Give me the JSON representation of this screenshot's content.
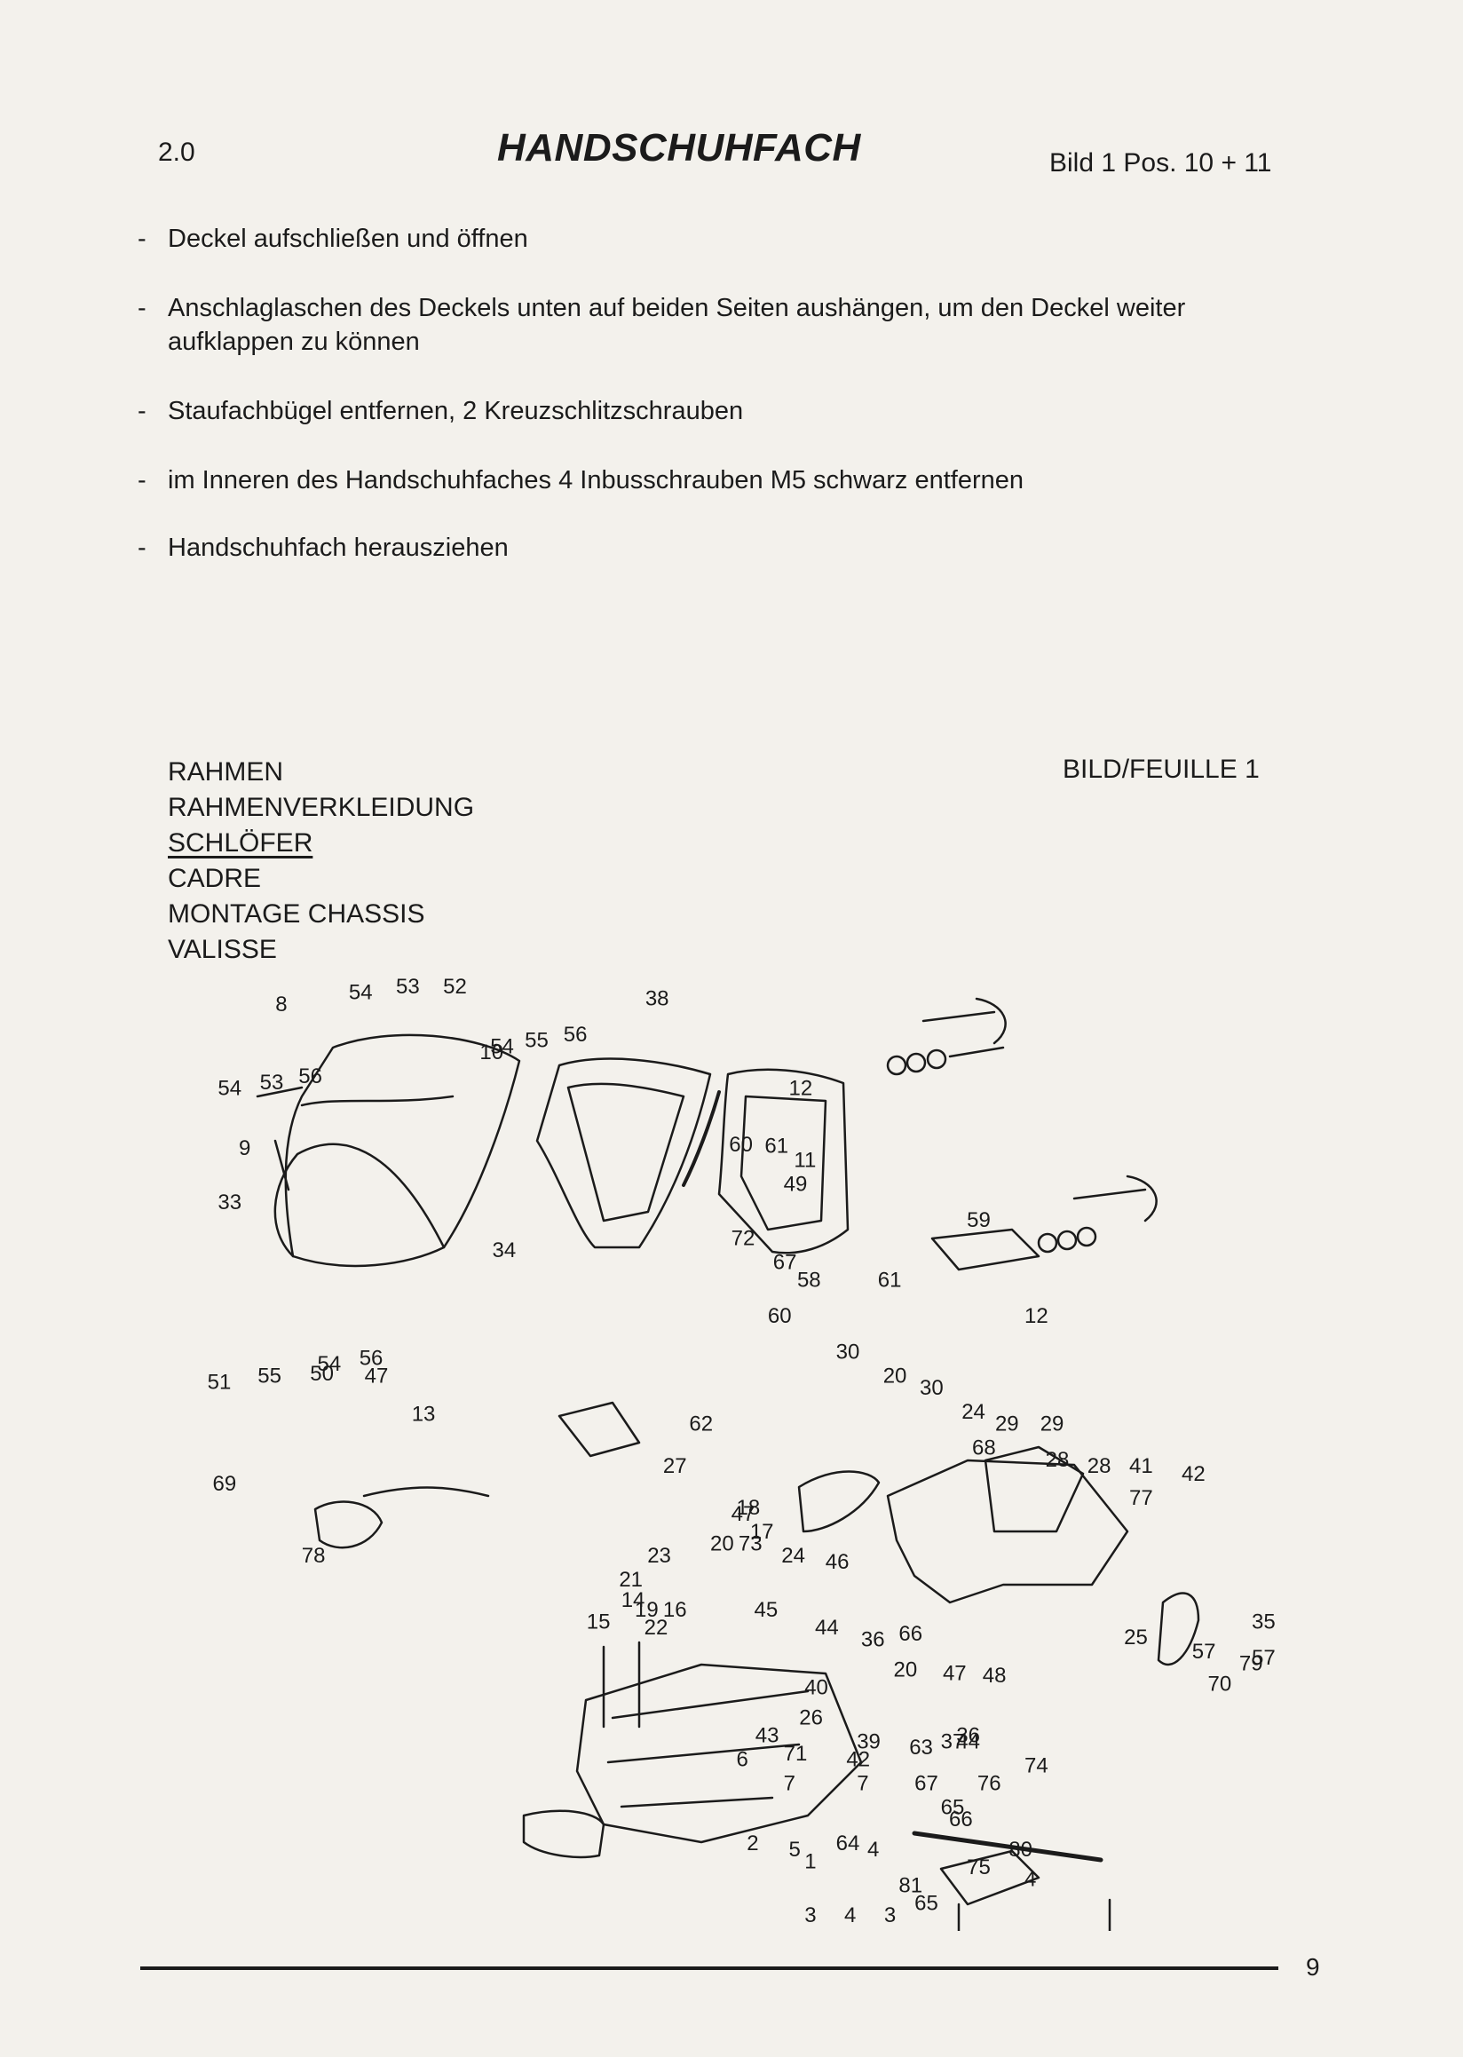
{
  "header": {
    "section_no": "2.0",
    "title": "HANDSCHUHFACH",
    "reference": "Bild 1 Pos. 10 + 11"
  },
  "steps": [
    "Deckel aufschließen und öffnen",
    "Anschlaglaschen des Deckels unten auf beiden Seiten aushängen, um den Deckel weiter aufklappen zu können",
    "Staufachbügel entfernen, 2 Kreuzschlitzschrauben",
    "im Inneren des Handschuhfaches 4 Inbusschrauben M5 schwarz entfernen",
    "Handschuhfach herausziehen"
  ],
  "step_marker": "-",
  "legend": {
    "items": [
      "RAHMEN",
      "RAHMENVERKLEIDUNG",
      "SCHLÖFER",
      "CADRE",
      "MONTAGE CHASSIS",
      "VALISSE"
    ],
    "figure_label": "BILD/FEUILLE 1"
  },
  "diagram": {
    "callouts": [
      "8",
      "54",
      "53",
      "52",
      "54",
      "55",
      "56",
      "38",
      "10",
      "54",
      "53",
      "56",
      "9",
      "33",
      "12",
      "60",
      "61",
      "11",
      "49",
      "72",
      "34",
      "67",
      "58",
      "61",
      "59",
      "12",
      "60",
      "51",
      "55",
      "50",
      "56",
      "54",
      "47",
      "13",
      "62",
      "30",
      "20",
      "30",
      "24",
      "29",
      "29",
      "28",
      "68",
      "28",
      "27",
      "69",
      "41",
      "42",
      "77",
      "78",
      "47",
      "73",
      "23",
      "21",
      "14",
      "19",
      "16",
      "15",
      "22",
      "18",
      "17",
      "20",
      "24",
      "46",
      "45",
      "44",
      "36",
      "66",
      "25",
      "57",
      "35",
      "57",
      "79",
      "70",
      "40",
      "20",
      "47",
      "48",
      "26",
      "43",
      "71",
      "42",
      "36",
      "39",
      "63",
      "37",
      "44",
      "6",
      "7",
      "7",
      "67",
      "65",
      "76",
      "74",
      "66",
      "2",
      "5",
      "64",
      "4",
      "1",
      "75",
      "81",
      "65",
      "80",
      "4",
      "3",
      "4",
      "3"
    ]
  },
  "page_number": "9",
  "colors": {
    "ink": "#1b1b1b",
    "paper": "#f3f1ec",
    "bleed": "#bfc4cc"
  }
}
